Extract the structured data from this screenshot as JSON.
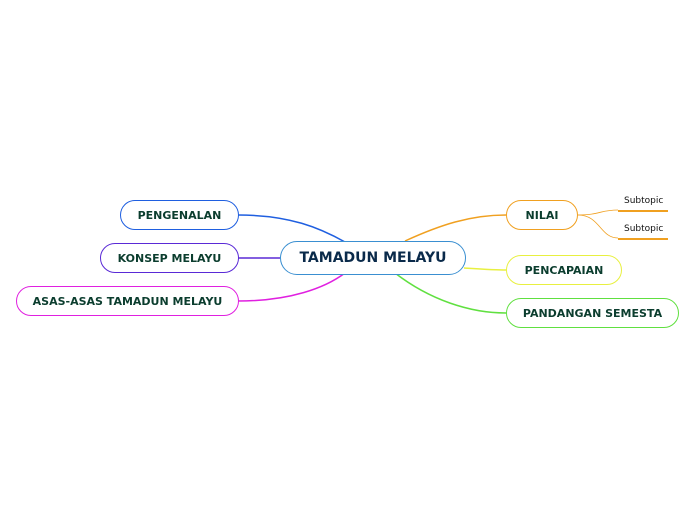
{
  "central": {
    "label": "TAMADUN MELAYU",
    "color": "#3a8fd1"
  },
  "topics": [
    {
      "id": "pengenalan",
      "label": "PENGENALAN",
      "color": "#1f5fe0"
    },
    {
      "id": "konsep",
      "label": "KONSEP MELAYU",
      "color": "#5a2ad6"
    },
    {
      "id": "asas",
      "label": "ASAS-ASAS TAMADUN MELAYU",
      "color": "#e020e0"
    },
    {
      "id": "nilai",
      "label": "NILAI",
      "color": "#f0a020"
    },
    {
      "id": "pencapaian",
      "label": "PENCAPAIAN",
      "color": "#e8f040"
    },
    {
      "id": "pandangan",
      "label": "PANDANGAN SEMESTA",
      "color": "#60e040"
    }
  ],
  "subtopics": [
    {
      "label": "Subtopic",
      "parent": "nilai",
      "color": "#f0a020"
    },
    {
      "label": "Subtopic",
      "parent": "nilai",
      "color": "#f0a020"
    }
  ]
}
